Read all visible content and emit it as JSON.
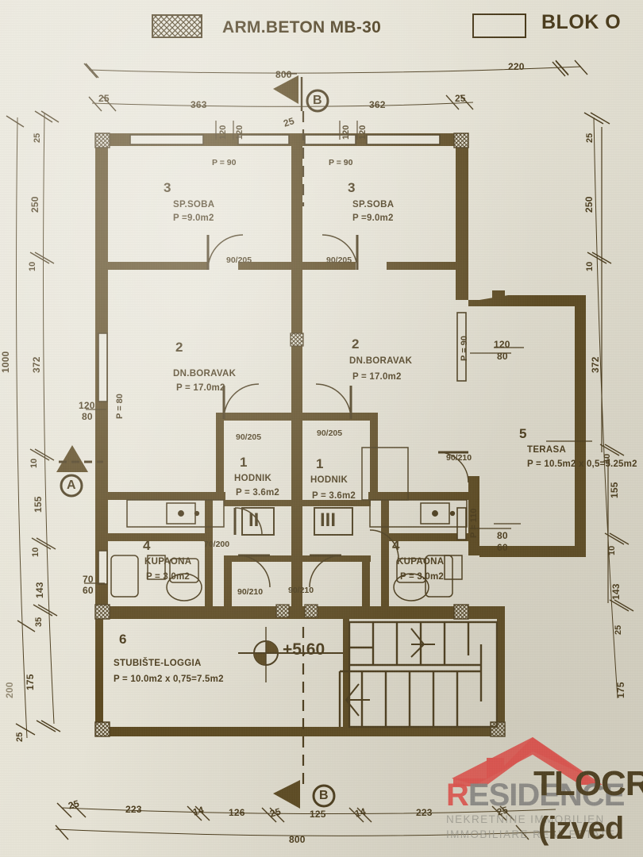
{
  "document": {
    "kind": "architectural-floor-plan",
    "elevation_marker": "+5.60",
    "axis_labels": [
      "A",
      "B"
    ],
    "title_line1": "TLOCR",
    "title_line2": "(izved"
  },
  "legend": {
    "hatch_label": "ARM.BETON MB-30",
    "blank_label": "BLOK O"
  },
  "rooms": [
    {
      "num": "3",
      "name": "SP.SOBA",
      "area": "P =9.0m2",
      "side": "left"
    },
    {
      "num": "3",
      "name": "SP.SOBA",
      "area": "P =9.0m2",
      "side": "right"
    },
    {
      "num": "2",
      "name": "DN.BORAVAK",
      "area": "P = 17.0m2",
      "side": "left"
    },
    {
      "num": "2",
      "name": "DN.BORAVAK",
      "area": "P = 17.0m2",
      "side": "right"
    },
    {
      "num": "1",
      "name": "HODNIK",
      "area": "P = 3.6m2",
      "side": "left"
    },
    {
      "num": "1",
      "name": "HODNIK",
      "area": "P = 3.6m2",
      "side": "right"
    },
    {
      "num": "4",
      "name": "KUPAONA",
      "area": "P = 3.0m2",
      "side": "left"
    },
    {
      "num": "4",
      "name": "KUPAONA",
      "area": "P = 3.0m2",
      "side": "right"
    },
    {
      "num": "5",
      "name": "TERASA",
      "area": "P = 10.5m2 x 0,5=5.25m2",
      "side": "right"
    },
    {
      "num": "6",
      "name": "STUBIŠTE-LOGGIA",
      "area": "P = 10.0m2 x 0,75=7.5m2",
      "side": "bottom"
    }
  ],
  "unit_marks": [
    "II",
    "III"
  ],
  "dimensions": {
    "top_outer": [
      "800",
      "220"
    ],
    "top_inner": [
      "25",
      "363",
      "25",
      "362",
      "25"
    ],
    "top_openings": [
      "120",
      "120",
      "120",
      "120"
    ],
    "bottom_outer": [
      "800"
    ],
    "bottom_inner": [
      "25",
      "223",
      "14",
      "126",
      "25",
      "125",
      "14",
      "223",
      "25"
    ],
    "left_outer": [
      "1000"
    ],
    "left_inner": [
      "25",
      "250",
      "10",
      "372",
      "10",
      "155",
      "10",
      "143",
      "35",
      "175",
      "25"
    ],
    "right_inner": [
      "25",
      "250",
      "10",
      "372",
      "10",
      "155",
      "10",
      "143",
      "25",
      "175"
    ]
  },
  "openings": {
    "windows_top": [
      "P = 90",
      "P = 90"
    ],
    "doors_bedroom": [
      "90/205",
      "90/205"
    ],
    "doors_hall": [
      "90/205",
      "90/205"
    ],
    "doors_bath": [
      "90/210",
      "90/210"
    ],
    "door_terrace": "90/210",
    "door_hall_small": "70/200",
    "window_left_large": {
      "w": "120",
      "h": "80",
      "note": "P = 80"
    },
    "window_left_small": {
      "w": "70",
      "h": "60"
    },
    "window_right_large": {
      "w": "120",
      "h": "80",
      "note": "P = 90"
    },
    "window_right_small": {
      "w": "80",
      "h": "60",
      "note": "P = 110"
    }
  },
  "watermark": {
    "brand_first": "R",
    "brand_rest": "ESIDENCE",
    "line1": "NEKRETNINE    IMMOBILIEN",
    "line2": "IMMOBILIARE    REAL ESTATE",
    "accent": "#ef5350"
  },
  "colors": {
    "paper": "#e6e3d6",
    "ink": "#4a3b1c",
    "wall_fill": "#5d4a22",
    "accent_red": "#ef5350"
  }
}
